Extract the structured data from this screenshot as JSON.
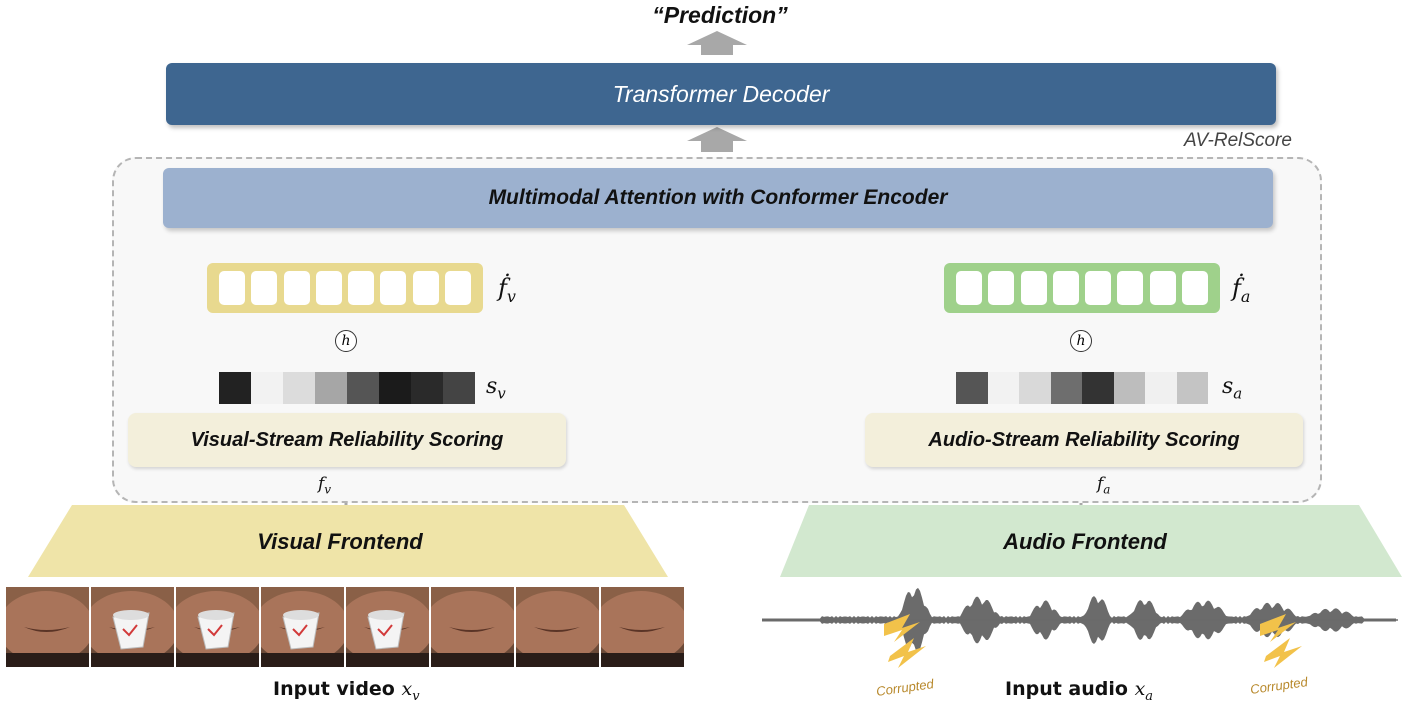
{
  "header": {
    "prediction": "“Prediction”"
  },
  "decoder": {
    "label": "Transformer Decoder",
    "color": "#3e6690"
  },
  "relscore": {
    "label": "AV-RelScore"
  },
  "encoder": {
    "label": "Multimodal Attention with Conformer Encoder",
    "color": "#9cb1cf"
  },
  "visual": {
    "feature_symbol": "ḟ",
    "feature_sub": "v",
    "score_symbol": "s",
    "score_sub": "v",
    "input_symbol": "f",
    "input_sub": "v",
    "hadamard": "h",
    "scoring_label": "Visual-Stream Reliability Scoring",
    "frontend_label": "Visual Frontend",
    "caption_text": "Input video ",
    "caption_symbol": "x",
    "caption_sub": "v",
    "feature_color": "#e8d98f",
    "frontend_color": "#efe4a8",
    "score_cells": [
      "#222222",
      "#f2f2f2",
      "#dcdcdc",
      "#a6a6a6",
      "#555555",
      "#1b1b1b",
      "#2a2a2a",
      "#444444"
    ],
    "frames": [
      {
        "occluded": false
      },
      {
        "occluded": true
      },
      {
        "occluded": true
      },
      {
        "occluded": true
      },
      {
        "occluded": true
      },
      {
        "occluded": false
      },
      {
        "occluded": false
      },
      {
        "occluded": false
      }
    ]
  },
  "audio": {
    "feature_symbol": "ḟ",
    "feature_sub": "a",
    "score_symbol": "s",
    "score_sub": "a",
    "input_symbol": "f",
    "input_sub": "a",
    "hadamard": "h",
    "scoring_label": "Audio-Stream Reliability Scoring",
    "frontend_label": "Audio Frontend",
    "caption_text": "Input audio ",
    "caption_symbol": "x",
    "caption_sub": "a",
    "feature_color": "#9fd18b",
    "frontend_color": "#d2e8cf",
    "score_cells": [
      "#555555",
      "#f2f2f2",
      "#d9d9d9",
      "#6e6e6e",
      "#333333",
      "#bdbdbd",
      "#f0f0f0",
      "#c4c4c4"
    ],
    "corrupted_left": "Corrupted",
    "corrupted_right": "Corrupted"
  }
}
